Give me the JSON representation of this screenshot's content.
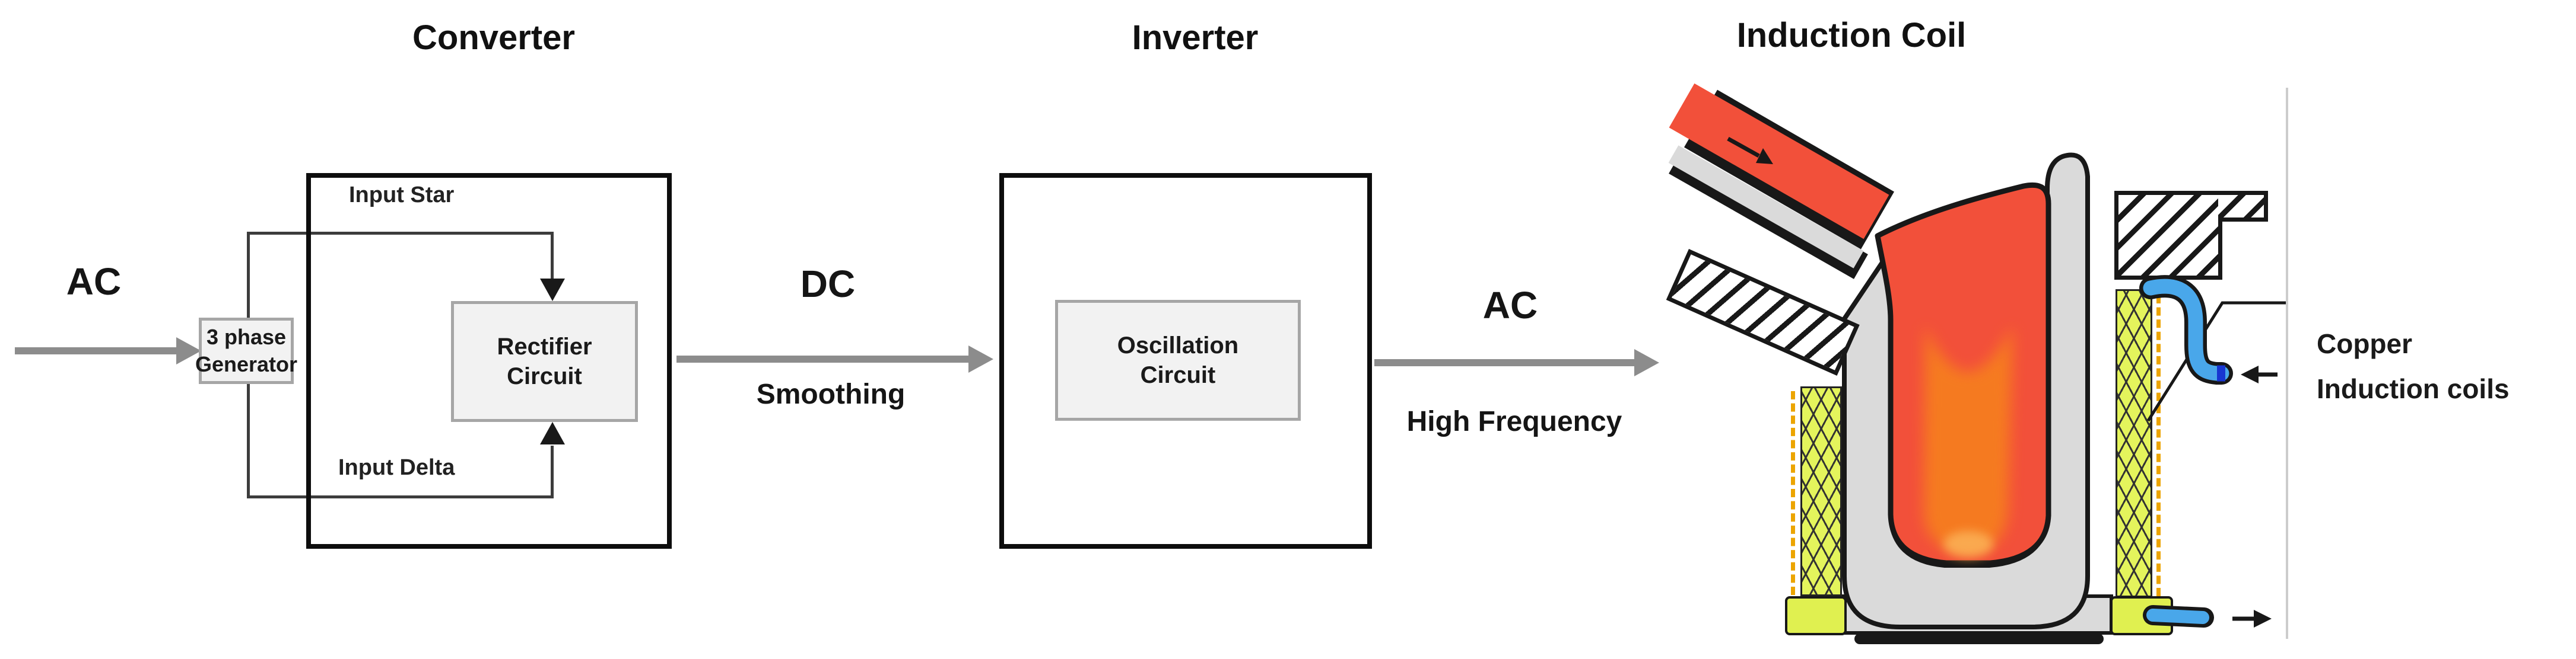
{
  "titles": {
    "converter": "Converter",
    "inverter": "Inverter",
    "induction_coil": "Induction Coil"
  },
  "labels": {
    "ac_input": "AC",
    "generator_line1": "3 phase",
    "generator_line2": "Generator",
    "input_star": "Input Star",
    "input_delta": "Input Delta",
    "rectifier_line1": "Rectifier",
    "rectifier_line2": "Circuit",
    "dc": "DC",
    "smoothing": "Smoothing",
    "oscillation_line1": "Oscillation",
    "oscillation_line2": "Circuit",
    "ac_output": "AC",
    "high_frequency": "High Frequency",
    "coil_label_line1": "Copper",
    "coil_label_line2": "Induction coils"
  },
  "colors": {
    "molten_red": "#f2503a",
    "molten_orange": "#f67d1f",
    "molten_glow": "#fbaf54",
    "coil_yellow": "#e4f45c",
    "coil_dash_orange": "#eca400",
    "water_blue": "#49a7ea",
    "water_blue_dark": "#1836d1",
    "refractory_gray": "#dadada",
    "arrow_gray": "#8c8c8c",
    "outline_black": "#181818"
  }
}
